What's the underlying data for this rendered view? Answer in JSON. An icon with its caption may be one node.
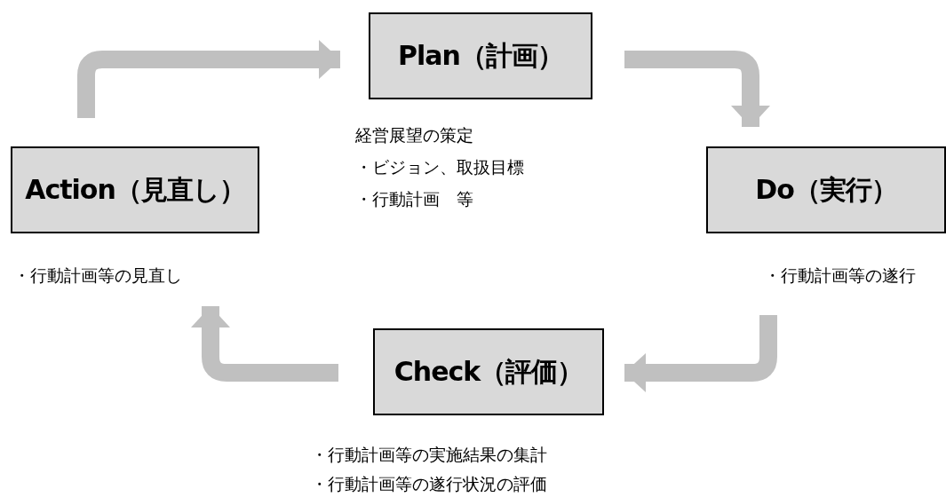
{
  "diagram": {
    "nodes": [
      {
        "text": [
          "Plan（計画）"
        ],
        "beside": [
          "経営展望の策定",
          "・ビジョン、取扱目標",
          "・行動計画　等"
        ]
      },
      {
        "text": [
          "Do（実行）"
        ],
        "beside": [
          "・行動計画等の遂行"
        ]
      },
      {
        "text": [
          "Check（評価）"
        ],
        "beside": [
          "・行動計画等の実施結果の集計",
          "・行動計画等の遂行状況の評価"
        ]
      },
      {
        "text": [
          "Action（見直し）"
        ],
        "beside": [
          "・行動計画等の見直し"
        ]
      }
    ],
    "edges": [
      {
        "from": 3,
        "to": 0,
        "arrow": "to"
      },
      {
        "from": 0,
        "to": 1,
        "arrow": "to"
      },
      {
        "from": 1,
        "to": 2,
        "arrow": "to"
      },
      {
        "from": 2,
        "to": 3,
        "arrow": "to"
      }
    ]
  }
}
